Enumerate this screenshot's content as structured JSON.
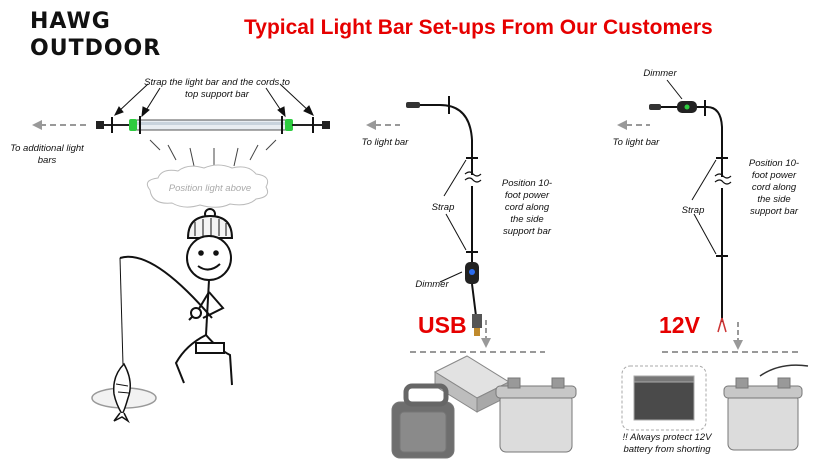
{
  "logo": {
    "line1": "HAWG",
    "line2": "OUTDOOR"
  },
  "title": "Typical Light Bar Set-ups From Our Customers",
  "left_panel": {
    "strap_note": "Strap the light bar and the cords to top support bar",
    "additional_label": "To additional light bars",
    "cloud_label": "Position light above"
  },
  "usb_panel": {
    "to_light_bar": "To light bar",
    "strap": "Strap",
    "position_note": "Position 10-foot power cord along the side support bar",
    "dimmer": "Dimmer",
    "label": "USB"
  },
  "v12_panel": {
    "dimmer": "Dimmer",
    "to_light_bar": "To light bar",
    "strap": "Strap",
    "position_note": "Position 10-foot power cord along the side support bar",
    "label": "12V",
    "warning": "!! Always protect 12V battery from shorting"
  },
  "colors": {
    "title_red": "#e60000",
    "led_green": "#2ecc40",
    "guide_gray": "#999999"
  }
}
